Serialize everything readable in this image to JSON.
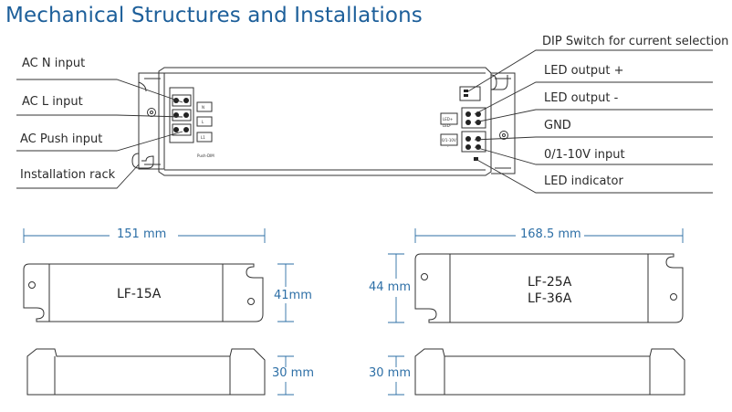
{
  "title": "Mechanical Structures and Installations",
  "callouts_left": {
    "ac_n": "AC N input",
    "ac_l": "AC L input",
    "ac_push": "AC Push input",
    "rack": "Installation rack"
  },
  "callouts_right": {
    "dip": "DIP Switch for current selection",
    "led_plus": "LED output +",
    "led_minus": "LED output -",
    "gnd": "GND",
    "dim_in": "0/1-10V input",
    "led_ind": "LED indicator"
  },
  "terminal_marks": {
    "n": "N",
    "l": "L",
    "l1": "L1",
    "push": "Push-DIM",
    "led_p": "LED+",
    "led_m": "LED-",
    "dim": "0/1-10V",
    "minus": "-"
  },
  "small_model": {
    "name": "LF-15A",
    "length": "151 mm",
    "width": "41mm",
    "height": "30 mm"
  },
  "large_model": {
    "name_line1": "LF-25A",
    "name_line2": "LF-36A",
    "length": "168.5 mm",
    "width": "44 mm",
    "height": "30 mm"
  },
  "colors": {
    "title": "#1d5f9a",
    "dimension": "#2d6fa6",
    "outline": "#333333"
  }
}
